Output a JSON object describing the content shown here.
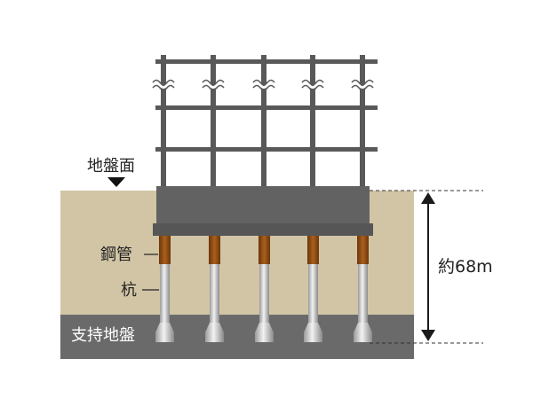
{
  "labels": {
    "ground_surface": "地盤面",
    "steel_pipe": "鋼管",
    "pile": "杭",
    "bearing_layer": "支持地盤",
    "depth": "約68m"
  },
  "colors": {
    "soil": "#d2c5a6",
    "bearing_layer": "#6a6a6a",
    "foundation": "#626262",
    "frame": "#595959",
    "steel_pipe": "#8b4a12",
    "pile": "#c8c8c8",
    "dimension": "#1a1a1a"
  },
  "icons": {
    "ground_marker": "down-triangle-icon",
    "break_marks": "wave-break-icon",
    "dimension": "double-arrow-icon"
  }
}
